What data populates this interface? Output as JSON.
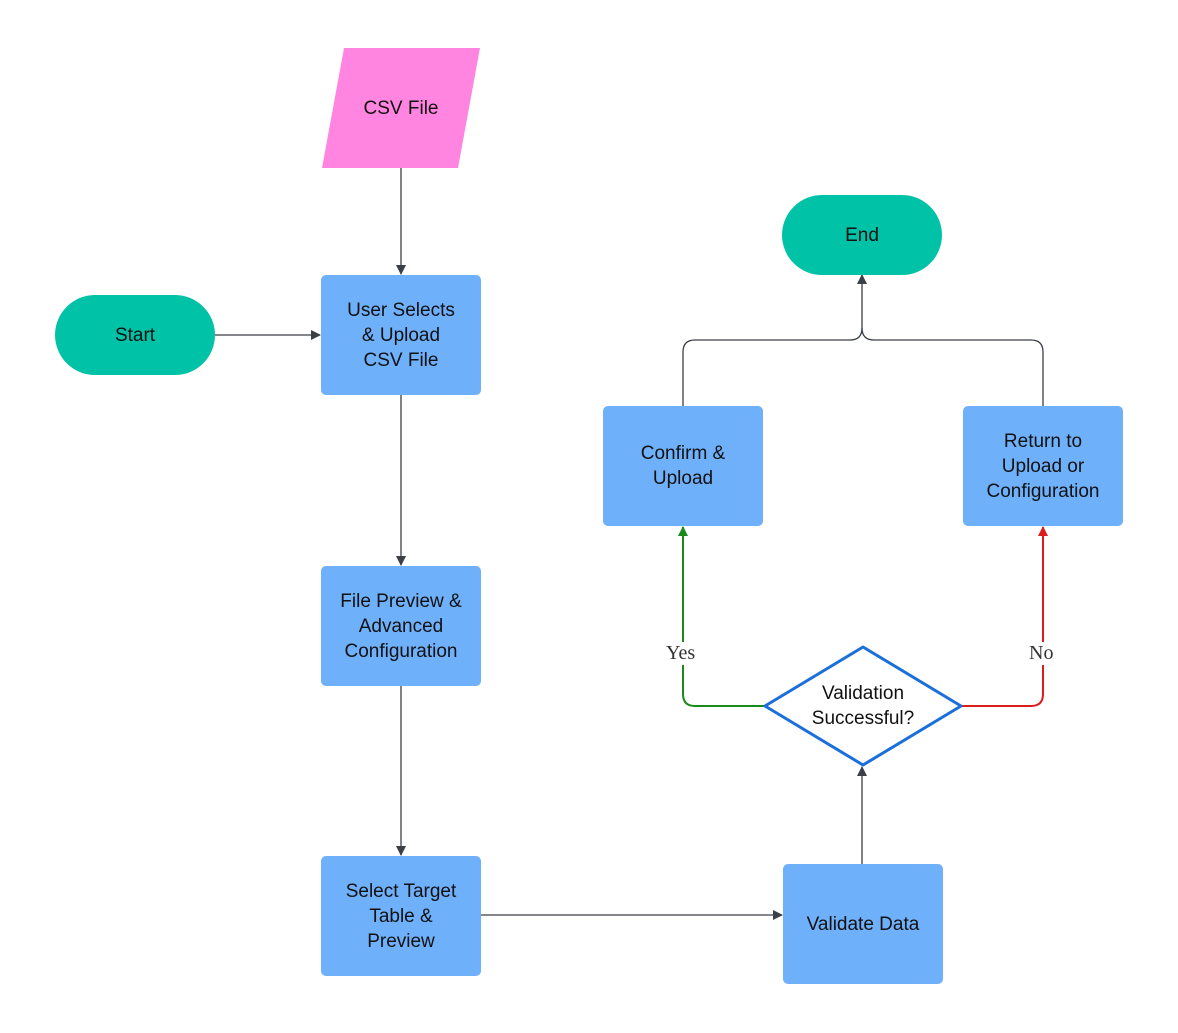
{
  "nodes": {
    "csv_file": "CSV File",
    "start": "Start",
    "user_selects": "User Selects\n& Upload\nCSV File",
    "file_preview": "File Preview &\nAdvanced\nConfiguration",
    "select_target": "Select Target\nTable &\nPreview",
    "validate_data": "Validate Data",
    "validation_successful": "Validation\nSuccessful?",
    "confirm_upload": "Confirm &\nUpload",
    "return_to": "Return to\nUpload or\nConfiguration",
    "end": "End"
  },
  "edge_labels": {
    "yes": "Yes",
    "no": "No"
  },
  "colors": {
    "process": "#6fb0fb",
    "terminal": "#00c2a6",
    "data": "#ff85e0",
    "decision_border": "#1a6fdb",
    "edge": "#3b3f46",
    "yes_edge": "#1a8a1a",
    "no_edge": "#dd1c1c"
  }
}
